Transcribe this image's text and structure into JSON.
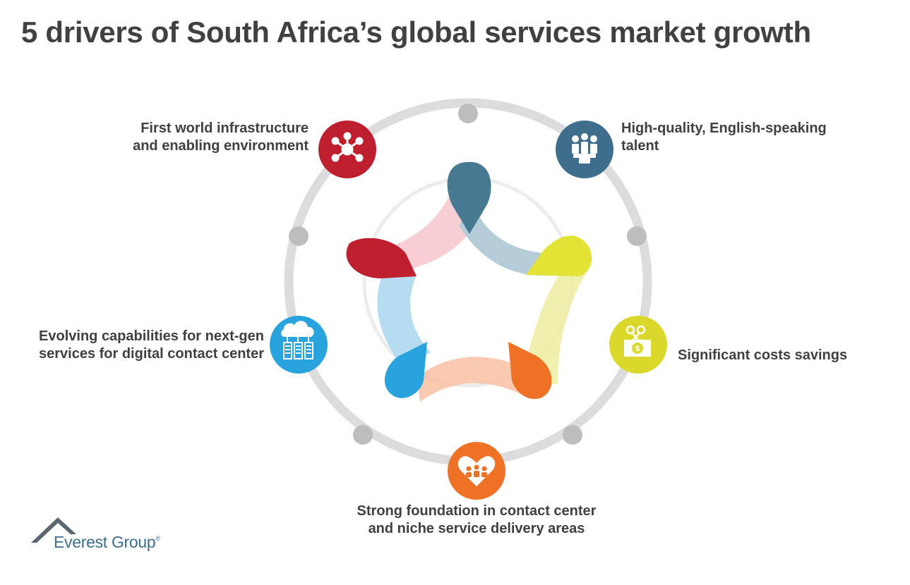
{
  "title": "5 drivers of South Africa’s global services market growth",
  "drivers": [
    {
      "lines": [
        "First world infrastructure",
        "and enabling environment"
      ],
      "icon": "network-hub-icon",
      "color": "#be1e2d"
    },
    {
      "lines": [
        "High-quality, English-speaking",
        "talent"
      ],
      "icon": "people-group-icon",
      "color": "#3f6e8c"
    },
    {
      "lines": [
        "Significant costs savings"
      ],
      "icon": "scissors-money-icon",
      "color": "#d9d82b"
    },
    {
      "lines": [
        "Strong foundation in contact center",
        "and niche service delivery areas"
      ],
      "icon": "heart-people-icon",
      "color": "#ef7126"
    },
    {
      "lines": [
        "Evolving capabilities for next-gen",
        "services for digital contact center"
      ],
      "icon": "cloud-servers-icon",
      "color": "#29a3dd"
    }
  ],
  "logo": {
    "name": "Everest Group",
    "mark": "®"
  }
}
